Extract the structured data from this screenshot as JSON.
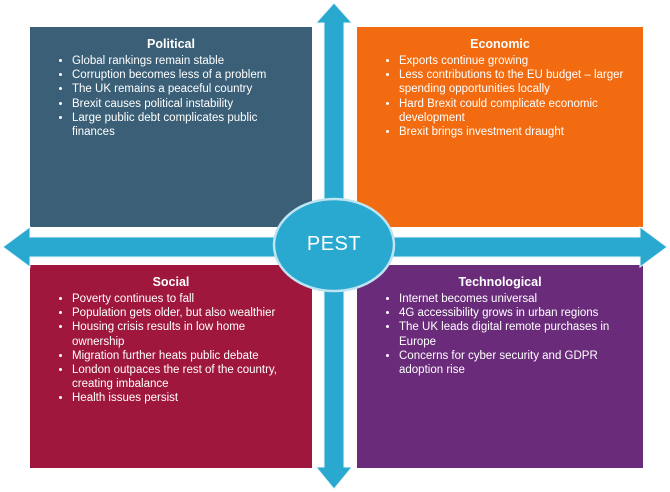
{
  "center": {
    "label": "PEST"
  },
  "colors": {
    "political": "#3a5f77",
    "economic": "#f26b10",
    "social": "#a0173d",
    "technological": "#6a2c7a",
    "arrow": "#29a9cf"
  },
  "quadrants": {
    "political": {
      "title": "Political",
      "items": [
        "Global rankings remain stable",
        "Corruption becomes less of a problem",
        "The UK remains a peaceful country",
        "Brexit causes political instability",
        "Large public debt complicates public finances"
      ]
    },
    "economic": {
      "title": "Economic",
      "items": [
        "Exports continue growing",
        "Less contributions to the EU budget – larger spending opportunities locally",
        "Hard Brexit could complicate economic development",
        "Brexit brings investment draught"
      ]
    },
    "social": {
      "title": "Social",
      "items": [
        "Poverty continues to fall",
        "Population gets older, but also wealthier",
        "Housing crisis results in low home ownership",
        "Migration further heats public debate",
        "London outpaces the rest of the country, creating imbalance",
        "Health issues persist"
      ]
    },
    "technological": {
      "title": "Technological",
      "items": [
        "Internet becomes universal",
        "4G accessibility grows in urban regions",
        "The UK leads digital remote purchases in Europe",
        "Concerns for cyber security and GDPR adoption rise"
      ]
    }
  }
}
